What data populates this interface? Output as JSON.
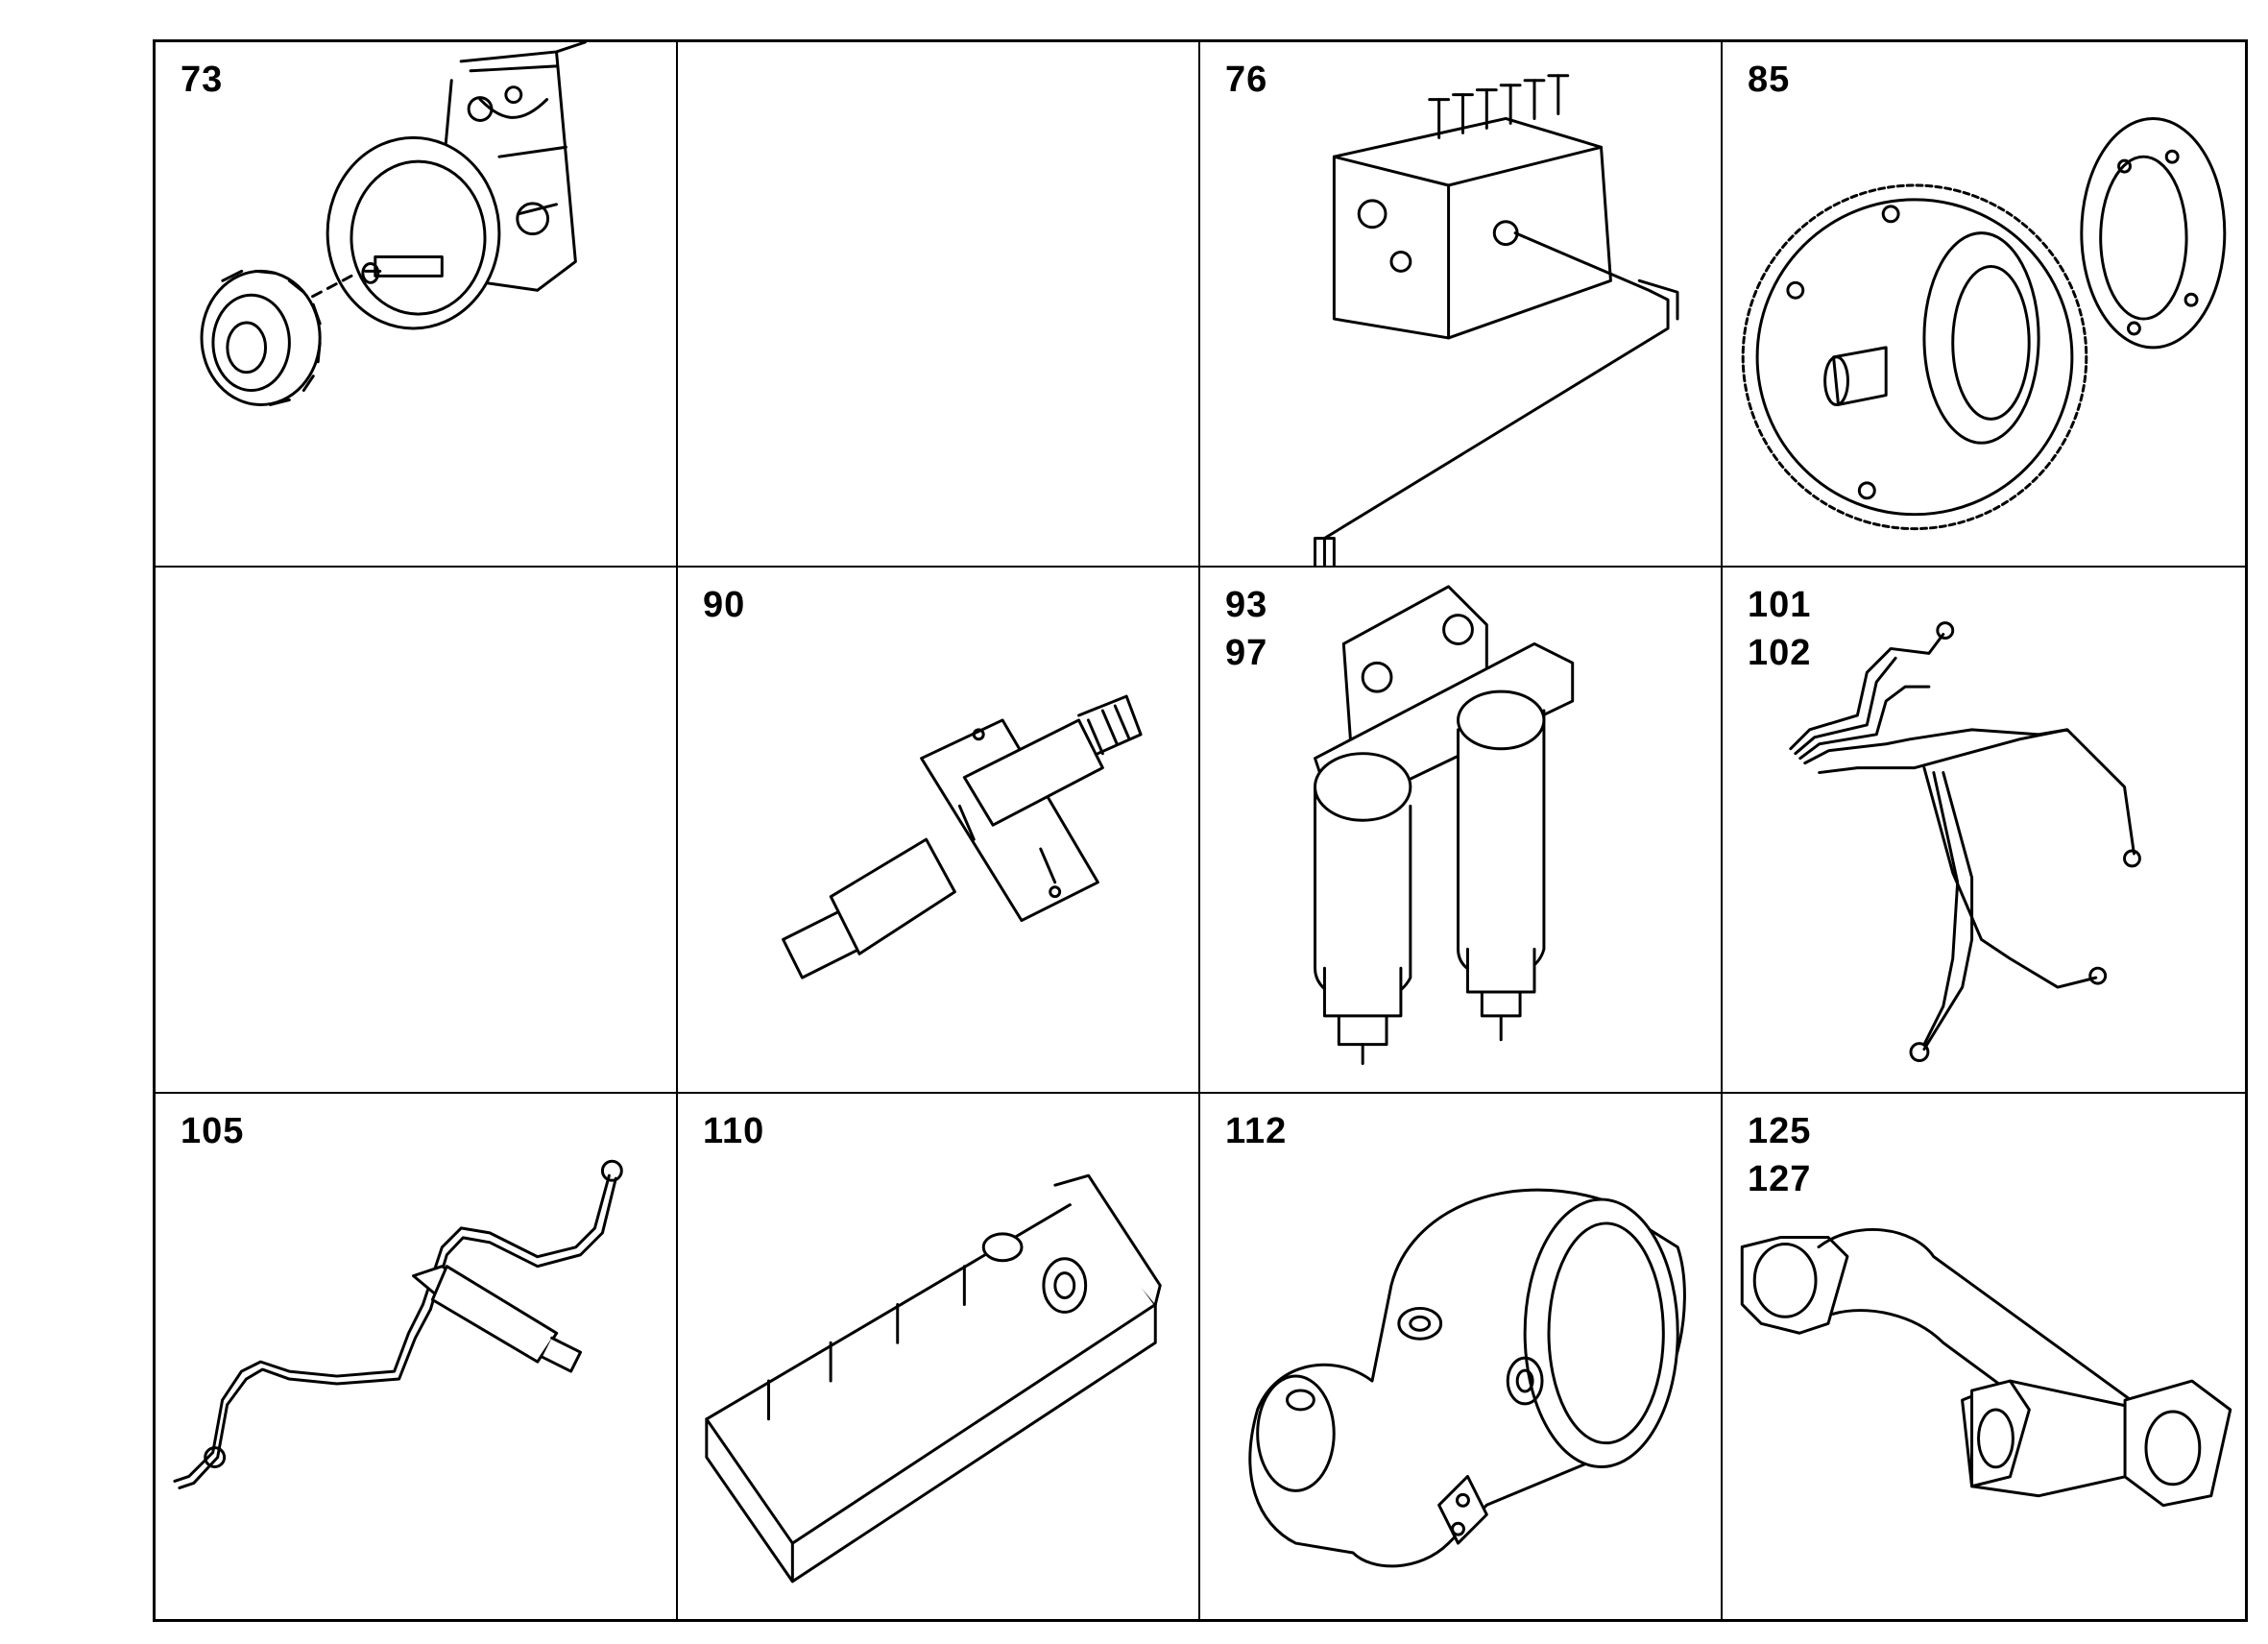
{
  "cells": [
    {
      "refs": [
        "73"
      ],
      "icon": "pump-drive-gear-icon"
    },
    {
      "refs": [],
      "icon": ""
    },
    {
      "refs": [
        "76"
      ],
      "icon": "injection-pump-icon"
    },
    {
      "refs": [
        "85"
      ],
      "icon": "timing-gear-coupling-icon"
    },
    {
      "refs": [],
      "icon": ""
    },
    {
      "refs": [
        "90"
      ],
      "icon": "injector-nozzle-icon"
    },
    {
      "refs": [
        "93",
        "97"
      ],
      "icon": "twin-fuel-filter-icon"
    },
    {
      "refs": [
        "101",
        "102"
      ],
      "icon": "injection-pipes-icon"
    },
    {
      "refs": [
        "105"
      ],
      "icon": "injector-with-pipe-icon"
    },
    {
      "refs": [
        "110"
      ],
      "icon": "intake-manifold-icon"
    },
    {
      "refs": [
        "112"
      ],
      "icon": "intake-elbow-icon"
    },
    {
      "refs": [
        "125",
        "127"
      ],
      "icon": "exhaust-pipe-icon"
    }
  ]
}
